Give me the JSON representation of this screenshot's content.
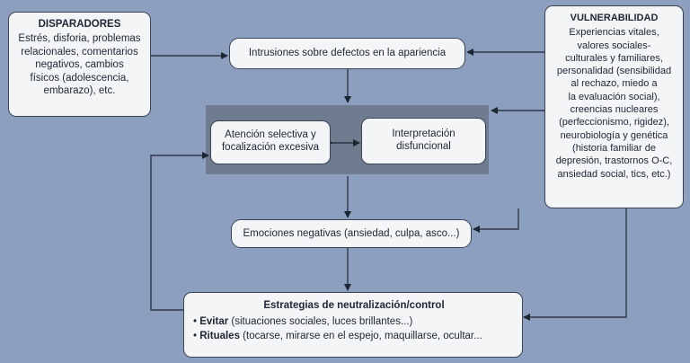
{
  "diagram": {
    "triggers": {
      "title": "DISPARADORES",
      "lines": [
        "Estrés, disforia, problemas",
        "relacionales, comentarios",
        "negativos, cambios",
        "físicos (adolescencia,",
        "embarazo), etc."
      ]
    },
    "vulnerability": {
      "title": "VULNERABILIDAD",
      "lines": [
        "Experiencias vitales,",
        "valores sociales-",
        "culturales y familiares,",
        "personalidad (sensibilidad",
        "al rechazo, miedo a",
        "la evaluación social),",
        "creencias nucleares",
        "(perfeccionismo, rigidez),",
        "neurobiología y genética",
        "(historia familiar de",
        "depresión, trastornos O-C,",
        "ansiedad social, tics, etc.)"
      ]
    },
    "intrusions": {
      "text": "Intrusiones sobre defectos en la apariencia"
    },
    "attention": {
      "lines": [
        "Atención selectiva y",
        "focalización excesiva"
      ]
    },
    "interpretation": {
      "lines": [
        "Interpretación",
        "disfuncional"
      ]
    },
    "emotions": {
      "text": "Emociones negativas (ansiedad, culpa, asco...)"
    },
    "strategies": {
      "title": "Estrategias de neutralización/control",
      "items": [
        {
          "bullet": "•",
          "term": "Evitar",
          "rest": " (situaciones sociales, luces brillantes...)"
        },
        {
          "bullet": "•",
          "term": "Rituales",
          "rest": " (tocarse, mirarse en el espejo, maquillarse, ocultar..."
        }
      ]
    }
  }
}
